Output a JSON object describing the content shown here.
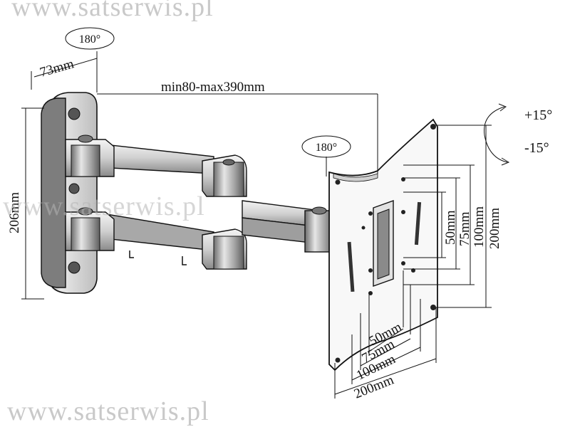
{
  "watermarks": {
    "top": "www.satserwis.pl",
    "middle": "www.satserwis.pl",
    "bottom": "www.satserwis.pl"
  },
  "dimensions": {
    "wall_rotation": "180°",
    "panel_rotation": "180°",
    "wall_plate_depth": "73mm",
    "extension": "min80-max390mm",
    "wall_plate_height": "206mm",
    "tilt_plus": "+15°",
    "tilt_minus": "-15°",
    "vesa_vertical": [
      "50mm",
      "75mm",
      "100mm",
      "200mm"
    ],
    "vesa_horizontal": [
      "50mm",
      "75mm",
      "100mm",
      "200mm"
    ]
  },
  "colors": {
    "line": "#111111",
    "metal": "#d7d7d7",
    "dark_metal": "#8f8f8f",
    "watermark": "#c9c9c9"
  }
}
